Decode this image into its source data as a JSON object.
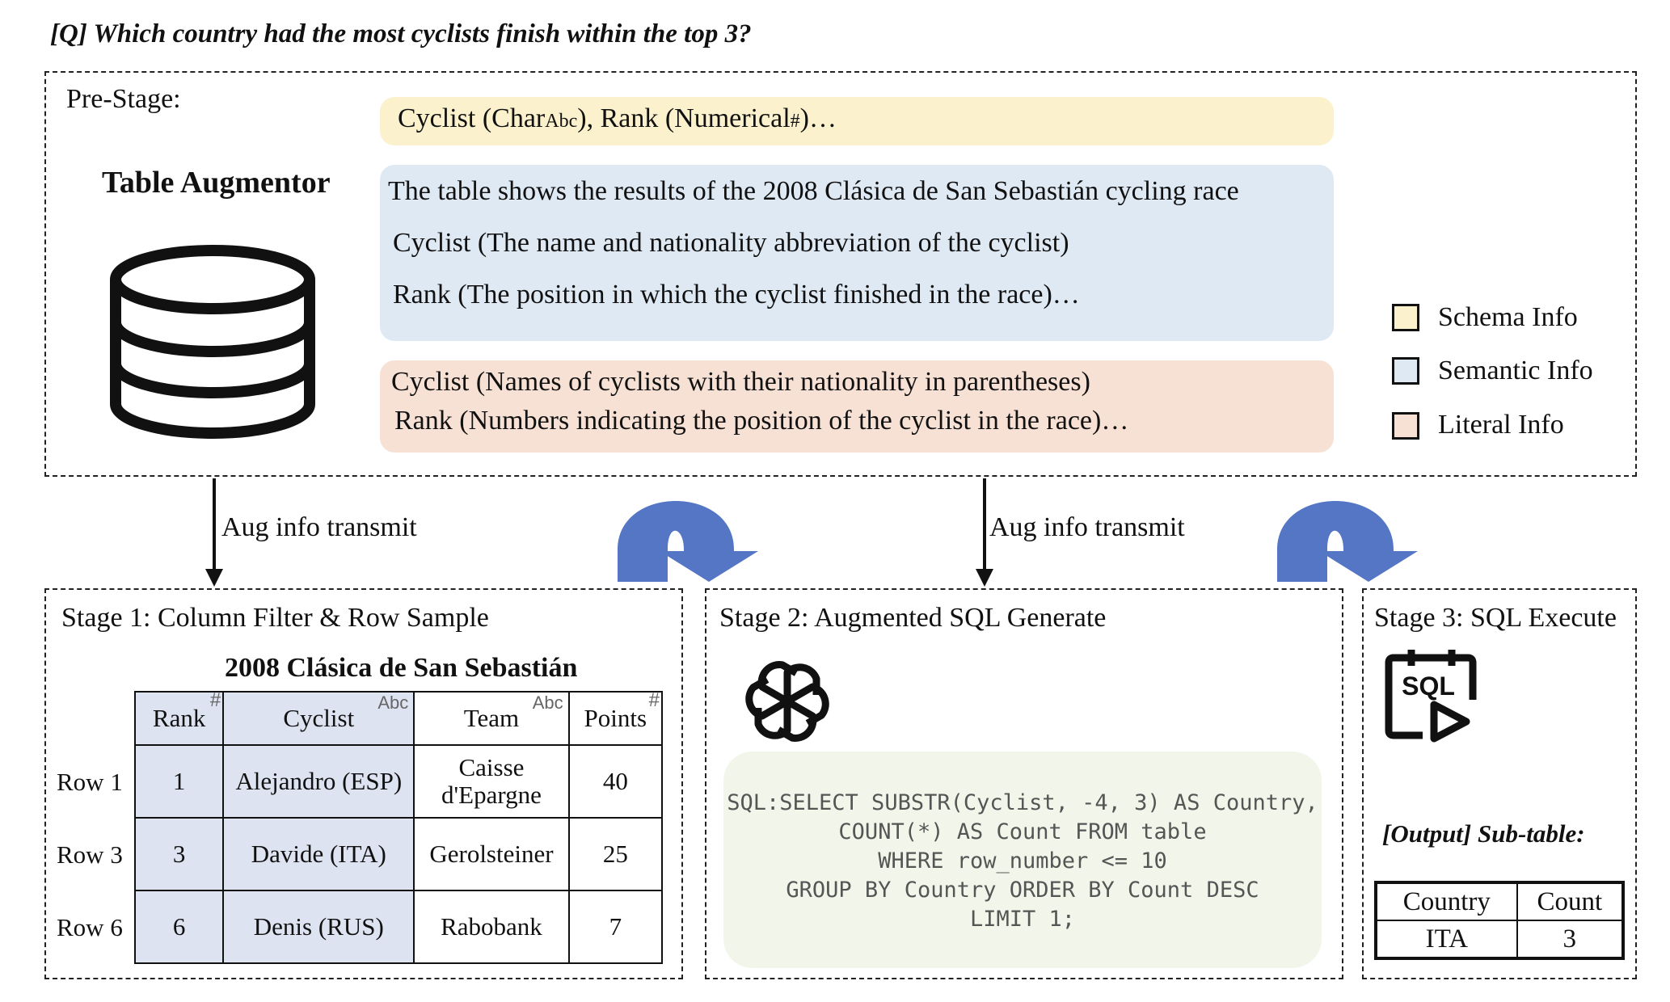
{
  "question": "[Q] Which country had the most cyclists finish within the top 3?",
  "prestage": {
    "label": "Pre-Stage:",
    "augmentor_title": "Table Augmentor",
    "schema_info": {
      "lead": "Cyclist (Char",
      "abc": "Abc",
      "mid": "), Rank (Numerical",
      "hash": "#",
      "tail": ")…"
    },
    "semantic_info": [
      "The table shows the results of the 2008 Clásica de San Sebastián cycling race",
      "Cyclist (The name and nationality abbreviation of the cyclist)",
      "Rank (The position in which the cyclist finished in the race)…"
    ],
    "literal_info": [
      "Cyclist (Names of cyclists with their nationality in parentheses)",
      "Rank (Numbers indicating the position of the cyclist in the race)…"
    ],
    "legend": [
      {
        "label": "Schema Info",
        "color": "#fbf1cc"
      },
      {
        "label": "Semantic Info",
        "color": "#dfe9f4"
      },
      {
        "label": "Literal Info",
        "color": "#f7e1d4"
      }
    ]
  },
  "arrows": {
    "left_label": "Aug info transmit",
    "right_label": "Aug info transmit",
    "curve_color": "#5576c4"
  },
  "stage1": {
    "title": "Stage 1: Column Filter & Row Sample",
    "table_title": "2008 Clásica de San Sebastián",
    "columns": [
      {
        "name": "Rank",
        "type": "#"
      },
      {
        "name": "Cyclist",
        "type": "Abc"
      },
      {
        "name": "Team",
        "type": "Abc"
      },
      {
        "name": "Points",
        "type": "#"
      }
    ],
    "rows": [
      {
        "label": "Row 1",
        "cells": [
          "1",
          "Alejandro (ESP)",
          "Caisse d'Epargne",
          "40"
        ]
      },
      {
        "label": "Row 3",
        "cells": [
          "3",
          "Davide (ITA)",
          "Gerolsteiner",
          "25"
        ]
      },
      {
        "label": "Row 6",
        "cells": [
          "6",
          "Denis (RUS)",
          "Rabobank",
          "7"
        ]
      }
    ]
  },
  "stage2": {
    "title": "Stage 2: Augmented SQL Generate",
    "icon": "openai-logo-icon",
    "sql_lines": [
      "SQL:SELECT SUBSTR(Cyclist, -4, 3) AS Country,",
      "COUNT(*) AS Count FROM table",
      "WHERE row_number <= 10",
      "GROUP BY Country ORDER BY Count DESC",
      "LIMIT 1;"
    ]
  },
  "stage3": {
    "title": "Stage 3: SQL Execute",
    "icon_text": "SQL",
    "output_label": "[Output] Sub-table:",
    "output_columns": [
      "Country",
      "Count"
    ],
    "output_row": [
      "ITA",
      "3"
    ]
  }
}
